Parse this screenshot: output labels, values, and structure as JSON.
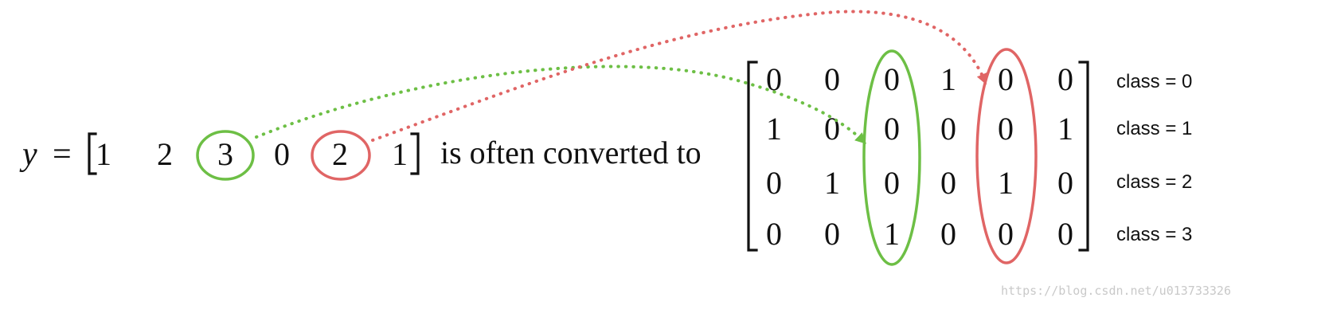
{
  "equation": {
    "variable": "y",
    "equals": "=",
    "vector": [
      "1",
      "2",
      "3",
      "0",
      "2",
      "1"
    ],
    "phrase": "is often converted to"
  },
  "matrix": {
    "rows": [
      [
        "0",
        "0",
        "0",
        "1",
        "0",
        "0"
      ],
      [
        "1",
        "0",
        "0",
        "0",
        "0",
        "1"
      ],
      [
        "0",
        "1",
        "0",
        "0",
        "1",
        "0"
      ],
      [
        "0",
        "0",
        "1",
        "0",
        "0",
        "0"
      ]
    ]
  },
  "class_labels": [
    "class = 0",
    "class = 1",
    "class = 2",
    "class = 3"
  ],
  "highlights": {
    "green": "#6dbf45",
    "red": "#e06565"
  },
  "watermark": "https://blog.csdn.net/u013733326"
}
